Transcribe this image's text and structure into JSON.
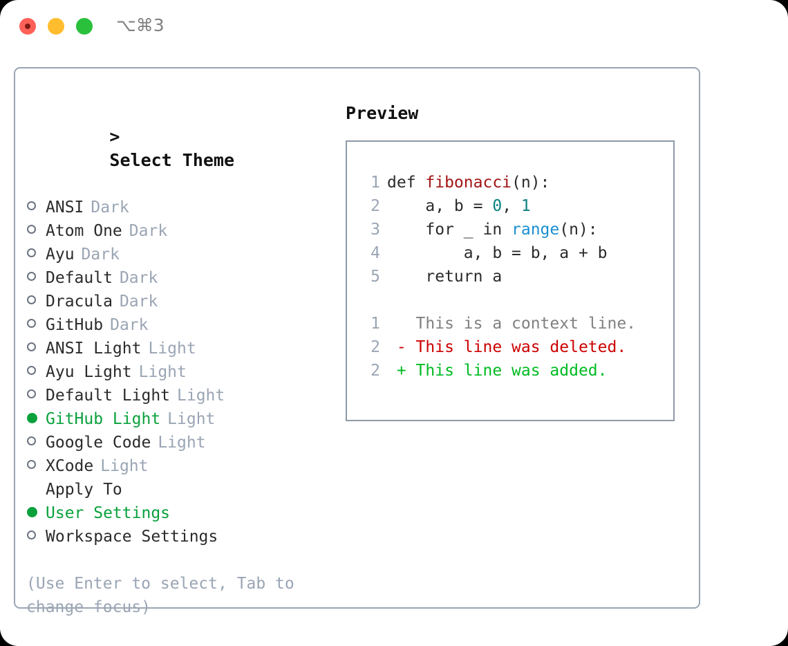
{
  "titlebar": {
    "shortcut": "⌥⌘3",
    "buttons": {
      "close": "close-window",
      "minimize": "minimize-window",
      "maximize": "maximize-window"
    }
  },
  "theme_picker": {
    "prompt": ">",
    "title": "Select Theme",
    "items": [
      {
        "marker": "○",
        "label": "ANSI",
        "suffix": "Dark",
        "selected": false
      },
      {
        "marker": "○",
        "label": "Atom One",
        "suffix": "Dark",
        "selected": false
      },
      {
        "marker": "○",
        "label": "Ayu",
        "suffix": "Dark",
        "selected": false
      },
      {
        "marker": "○",
        "label": "Default",
        "suffix": "Dark",
        "selected": false
      },
      {
        "marker": "○",
        "label": "Dracula",
        "suffix": "Dark",
        "selected": false
      },
      {
        "marker": "○",
        "label": "GitHub",
        "suffix": "Dark",
        "selected": false
      },
      {
        "marker": "○",
        "label": "ANSI Light",
        "suffix": "Light",
        "selected": false
      },
      {
        "marker": "○",
        "label": "Ayu Light",
        "suffix": "Light",
        "selected": false
      },
      {
        "marker": "○",
        "label": "Default Light",
        "suffix": "Light",
        "selected": false
      },
      {
        "marker": "●",
        "label": "GitHub Light",
        "suffix": "Light",
        "selected": true
      },
      {
        "marker": "○",
        "label": "Google Code",
        "suffix": "Light",
        "selected": false
      },
      {
        "marker": "○",
        "label": "XCode",
        "suffix": "Light",
        "selected": false
      }
    ]
  },
  "apply_to": {
    "title": "Apply To",
    "items": [
      {
        "marker": "●",
        "label": "User Settings",
        "selected": true
      },
      {
        "marker": "○",
        "label": "Workspace Settings",
        "selected": false
      }
    ]
  },
  "hint": "(Use Enter to select, Tab to change focus)",
  "preview": {
    "title": "Preview",
    "code": [
      {
        "ln": "1",
        "parts": [
          {
            "t": "def ",
            "c": "def"
          },
          {
            "t": "fibonacci",
            "c": "fn"
          },
          {
            "t": "(n):",
            "c": "plain"
          }
        ]
      },
      {
        "ln": "2",
        "parts": [
          {
            "t": "    a, b = ",
            "c": "plain"
          },
          {
            "t": "0",
            "c": "num"
          },
          {
            "t": ", ",
            "c": "plain"
          },
          {
            "t": "1",
            "c": "num"
          }
        ]
      },
      {
        "ln": "3",
        "parts": [
          {
            "t": "    for _ in ",
            "c": "plain"
          },
          {
            "t": "range",
            "c": "builtin"
          },
          {
            "t": "(n):",
            "c": "plain"
          }
        ]
      },
      {
        "ln": "4",
        "parts": [
          {
            "t": "        a, b = b, a + b",
            "c": "plain"
          }
        ]
      },
      {
        "ln": "5",
        "parts": [
          {
            "t": "    return a",
            "c": "plain"
          }
        ]
      }
    ],
    "diff": [
      {
        "ln": "1",
        "sign": " ",
        "text": "This is a context line.",
        "kind": "ctx"
      },
      {
        "ln": "2",
        "sign": "-",
        "text": "This line was deleted.",
        "kind": "del"
      },
      {
        "ln": "2",
        "sign": "+",
        "text": "This line was added.",
        "kind": "add"
      }
    ]
  },
  "colors": {
    "selected_green": "#0aa13c",
    "diff_added": "#00bb22",
    "diff_deleted": "#cc0000",
    "muted_gray": "#9aa5b4",
    "keyword_fn": "#a31515",
    "number_teal": "#0b8080",
    "builtin_blue": "#1a8fd1",
    "panel_border": "#9aa5b4"
  }
}
